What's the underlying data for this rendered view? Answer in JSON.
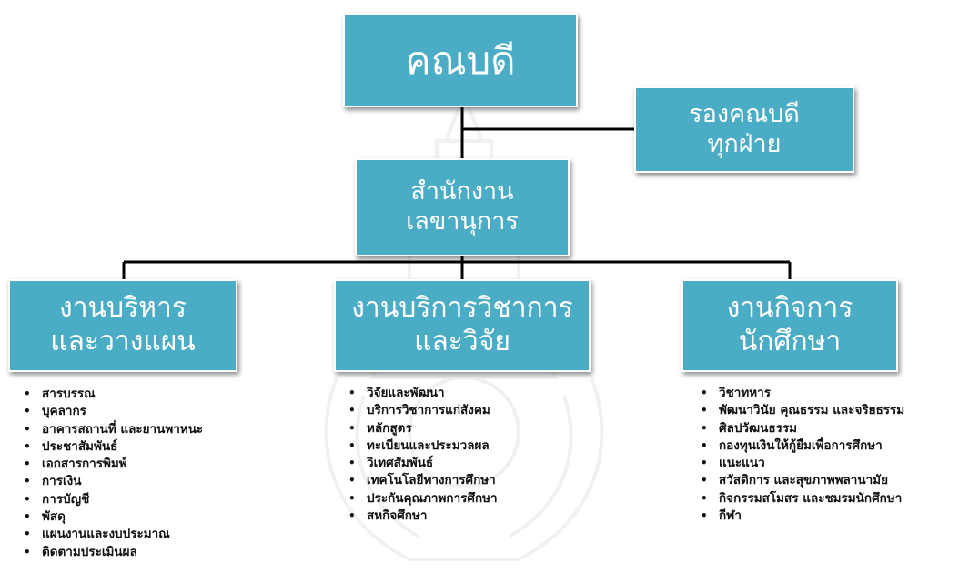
{
  "chart": {
    "dean_label": "คณบดี",
    "vice_dean_line1": "รองคณบดี",
    "vice_dean_line2": "ทุกฝ่าย",
    "office_line1": "สำนักงาน",
    "office_line2": "เลขานุการ"
  },
  "departments": [
    {
      "title_line1": "งานบริหาร",
      "title_line2": "และวางแผน",
      "items": [
        "สารบรรณ",
        "บุคลากร",
        "อาคารสถานที่ และยานพาหนะ",
        "ประชาสัมพันธ์",
        "เอกสารการพิมพ์",
        "การเงิน",
        "การบัญชี",
        "พัสดุ",
        "แผนงานและงบประมาณ",
        "ติดตามประเมินผล"
      ]
    },
    {
      "title_line1": "งานบริการวิชาการ",
      "title_line2": "และวิจัย",
      "items": [
        "วิจัยและพัฒนา",
        "บริการวิชาการแก่สังคม",
        "หลักสูตร",
        "ทะเบียนและประมวลผล",
        "วิเทศสัมพันธ์",
        "เทคโนโลยีทางการศึกษา",
        "ประกันคุณภาพการศึกษา",
        "สหกิจศึกษา"
      ]
    },
    {
      "title_line1": "งานกิจการ",
      "title_line2": "นักศึกษา",
      "items": [
        "วิชาทหาร",
        "พัฒนาวินัย คุณธรรม และจริยธรรม",
        "ศิลปวัฒนธรรม",
        "กองทุนเงินให้กู้ยืมเพื่อการศึกษา",
        "แนะแนว",
        "สวัสดิการ และสุขภาพพลานามัย",
        "กิจกรรมสโมสร และชมรมนักศึกษา",
        "กีฬา"
      ]
    }
  ],
  "colors": {
    "box_fill": "#4bacc6",
    "connector": "#000000",
    "text_on_box": "#ffffff"
  }
}
